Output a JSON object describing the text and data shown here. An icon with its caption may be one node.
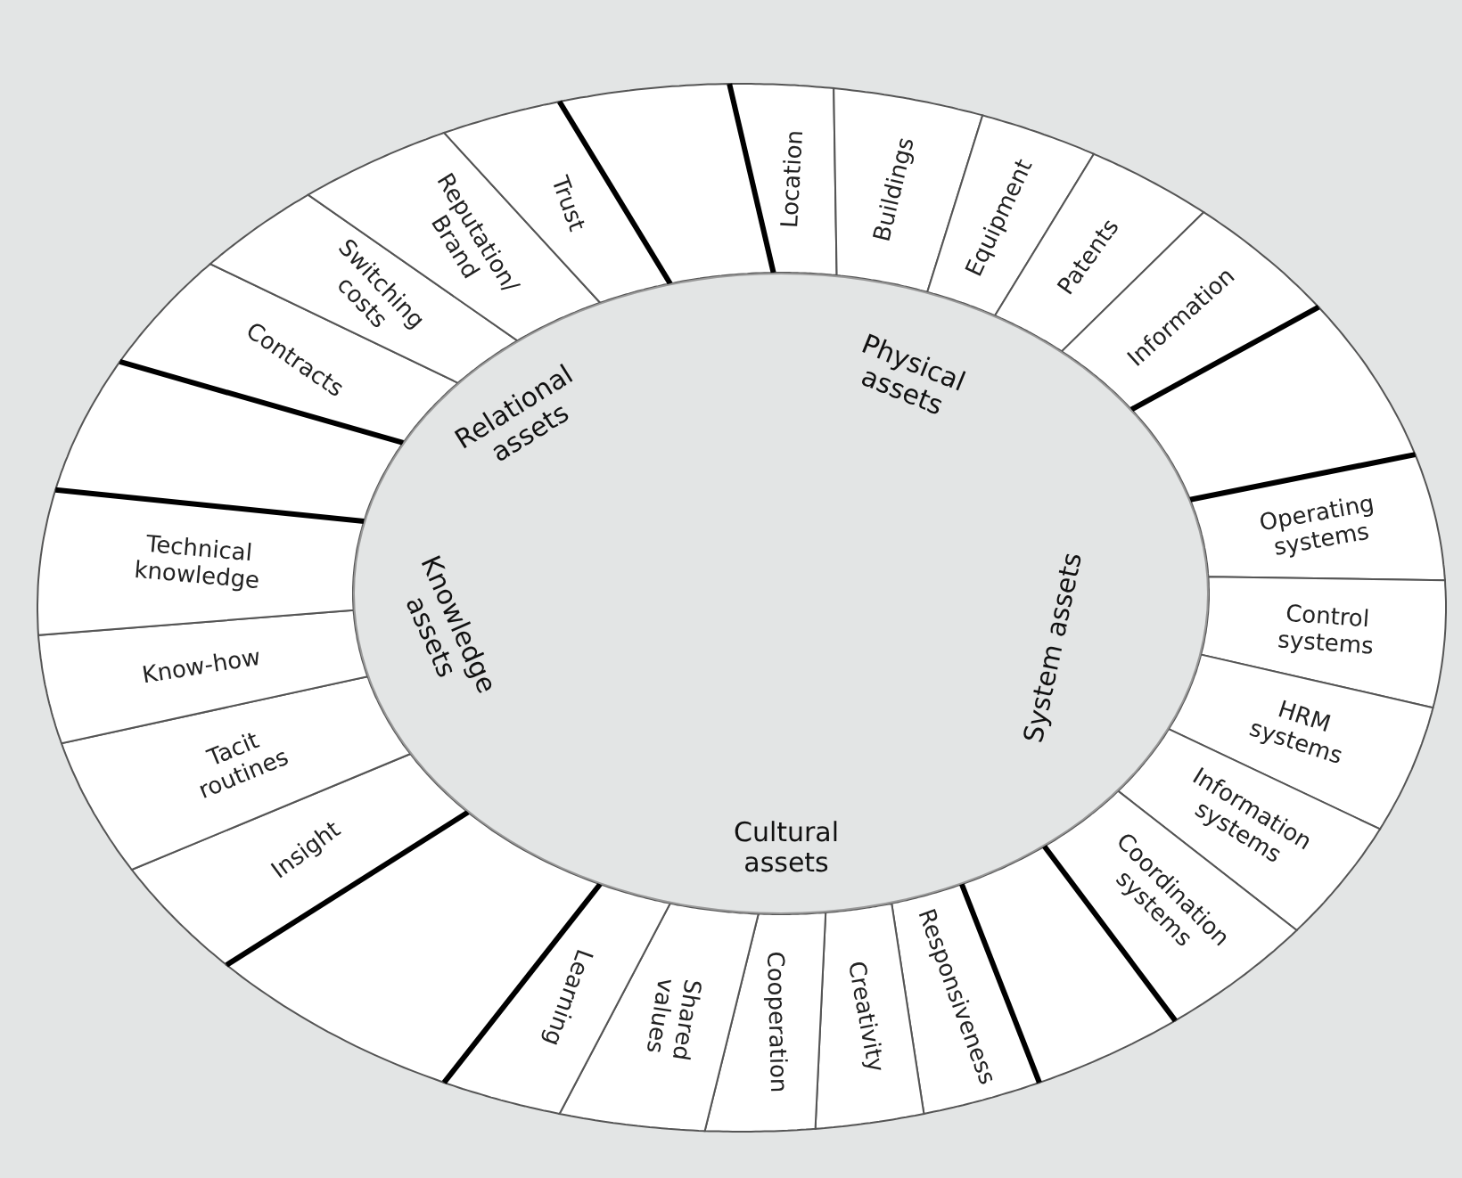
{
  "diagram": {
    "nodes": [
      {
        "text": [
          "Relational assets",
          "Physical assets",
          "System assets",
          "Cultural assets",
          "Knowledge assets"
        ]
      },
      {
        "text": [
          "Location"
        ]
      },
      {
        "text": [
          "Buildings"
        ]
      },
      {
        "text": [
          "Equipment"
        ]
      },
      {
        "text": [
          "Patents"
        ]
      },
      {
        "text": [
          "Information"
        ]
      },
      {
        "text": [],
        "shape": "box"
      },
      {
        "text": [
          "Operating systems"
        ]
      },
      {
        "text": [
          "Control systems"
        ]
      },
      {
        "text": [
          "HRM systems"
        ]
      },
      {
        "text": [
          "Information systems"
        ]
      },
      {
        "text": [
          "Coordination systems"
        ]
      },
      {
        "text": [],
        "shape": "box"
      },
      {
        "text": [
          "Responsiveness"
        ]
      },
      {
        "text": [
          "Creativity"
        ]
      },
      {
        "text": [
          "Cooperation"
        ]
      },
      {
        "text": [
          "Shared values"
        ]
      },
      {
        "text": [
          "Learning"
        ]
      },
      {
        "text": [],
        "shape": "box"
      },
      {
        "text": [
          "Insight"
        ]
      },
      {
        "text": [
          "Tacit routines"
        ]
      },
      {
        "text": [
          "Know-how"
        ]
      },
      {
        "text": [
          "Technical knowledge"
        ]
      },
      {
        "text": [],
        "shape": "box"
      },
      {
        "text": [
          "Contracts"
        ]
      },
      {
        "text": [
          "Switching costs"
        ]
      },
      {
        "text": [
          "Reputation/ Brand"
        ]
      },
      {
        "text": [
          "Trust"
        ]
      },
      {
        "text": [],
        "shape": "box"
      }
    ]
  }
}
